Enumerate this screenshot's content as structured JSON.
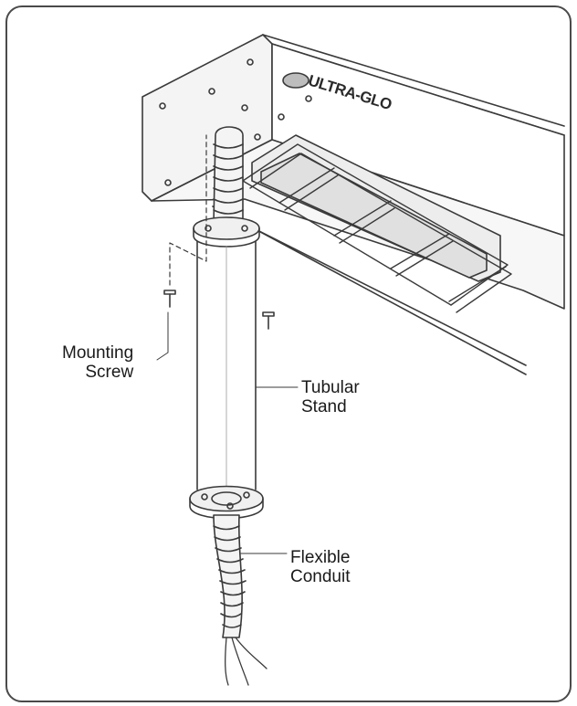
{
  "figure": {
    "brand_logo_text": "ULTRA-GLO",
    "labels": {
      "mounting_screw": [
        "Mounting",
        "Screw"
      ],
      "tubular_stand": [
        "Tubular",
        "Stand"
      ],
      "flexible_conduit": [
        "Flexible",
        "Conduit"
      ]
    }
  },
  "colors": {
    "line": "#3a3a3a",
    "frame": "#4a4a4a",
    "shade": "#e6e6e6"
  }
}
